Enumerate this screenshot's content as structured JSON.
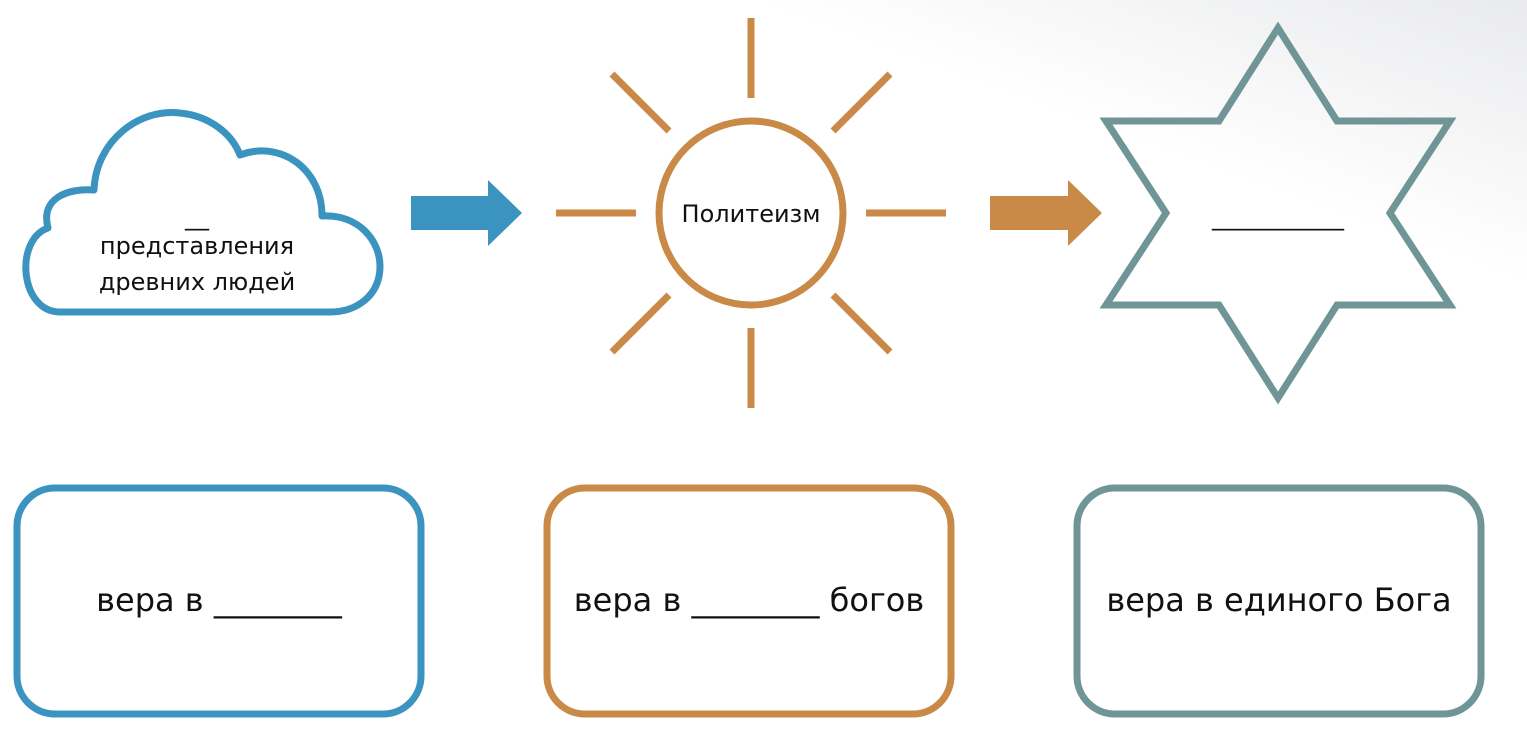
{
  "colors": {
    "blue": "#3b94bf",
    "orange": "#c98a47",
    "teal": "#6f9596",
    "text": "#111111"
  },
  "stages": [
    {
      "shape": "cloud-icon",
      "blank": "__",
      "lines": [
        "представления",
        "древних людей"
      ],
      "box_parts": [
        "вера в",
        "________"
      ]
    },
    {
      "shape": "sun-icon",
      "label": "Политеизм",
      "box_parts": [
        "вера в",
        "________",
        "богов"
      ]
    },
    {
      "shape": "star-of-david-icon",
      "blank": "___________",
      "box_text": "вера в единого Бога"
    }
  ]
}
